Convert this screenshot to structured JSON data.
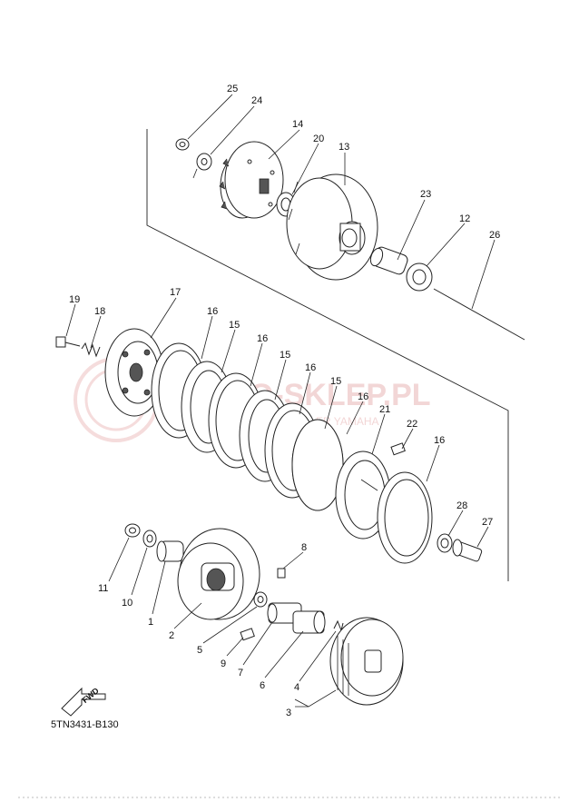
{
  "diagram": {
    "code": "5TN3431-B130",
    "fwd_label": "FWD",
    "watermark": {
      "title": "MOTO-SKLEP.PL",
      "subtitle": "AUTORYZOWANY / DEALER YAMAHA"
    },
    "callouts": [
      {
        "id": "25",
        "label": "25"
      },
      {
        "id": "24",
        "label": "24"
      },
      {
        "id": "14",
        "label": "14"
      },
      {
        "id": "20",
        "label": "20"
      },
      {
        "id": "13",
        "label": "13"
      },
      {
        "id": "23",
        "label": "23"
      },
      {
        "id": "12",
        "label": "12"
      },
      {
        "id": "26",
        "label": "26"
      },
      {
        "id": "17",
        "label": "17"
      },
      {
        "id": "19",
        "label": "19"
      },
      {
        "id": "18",
        "label": "18"
      },
      {
        "id": "16a",
        "label": "16"
      },
      {
        "id": "15a",
        "label": "15"
      },
      {
        "id": "16b",
        "label": "16"
      },
      {
        "id": "15b",
        "label": "15"
      },
      {
        "id": "16c",
        "label": "16"
      },
      {
        "id": "15c",
        "label": "15"
      },
      {
        "id": "16d",
        "label": "16"
      },
      {
        "id": "21",
        "label": "21"
      },
      {
        "id": "22",
        "label": "22"
      },
      {
        "id": "16e",
        "label": "16"
      },
      {
        "id": "28",
        "label": "28"
      },
      {
        "id": "27",
        "label": "27"
      },
      {
        "id": "8",
        "label": "8"
      },
      {
        "id": "11",
        "label": "11"
      },
      {
        "id": "10",
        "label": "10"
      },
      {
        "id": "1",
        "label": "1"
      },
      {
        "id": "2",
        "label": "2"
      },
      {
        "id": "5",
        "label": "5"
      },
      {
        "id": "9",
        "label": "9"
      },
      {
        "id": "7",
        "label": "7"
      },
      {
        "id": "6",
        "label": "6"
      },
      {
        "id": "4",
        "label": "4"
      },
      {
        "id": "3",
        "label": "3"
      }
    ]
  }
}
